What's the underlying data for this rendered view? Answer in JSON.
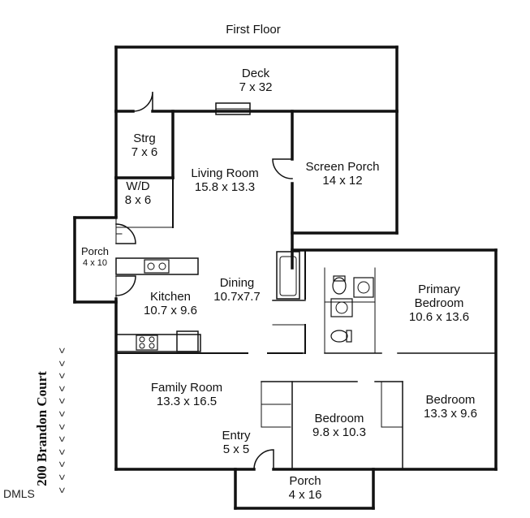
{
  "title": "First Floor",
  "street_label": "200 Brandon Court",
  "corner_mark": "DMLS",
  "chevron_glyph": "<",
  "rooms": [
    {
      "id": "deck",
      "name": "Deck",
      "dims": "7 x 32"
    },
    {
      "id": "strg",
      "name": "Strg",
      "dims": "7 x 6"
    },
    {
      "id": "living",
      "name": "Living Room",
      "dims": "15.8 x 13.3"
    },
    {
      "id": "screen-porch",
      "name": "Screen Porch",
      "dims": "14 x 12"
    },
    {
      "id": "wd",
      "name": "W/D",
      "dims": "8 x 6"
    },
    {
      "id": "porch-side",
      "name": "Porch",
      "dims": "4 x 10"
    },
    {
      "id": "dining",
      "name": "Dining",
      "dims": "10.7x7.7"
    },
    {
      "id": "kitchen",
      "name": "Kitchen",
      "dims": "10.7 x 9.6"
    },
    {
      "id": "primary",
      "name": "Primary Bedroom",
      "dims": "10.6 x 13.6"
    },
    {
      "id": "family",
      "name": "Family Room",
      "dims": "13.3 x 16.5"
    },
    {
      "id": "bedroom-mid",
      "name": "Bedroom",
      "dims": "9.8 x 10.3"
    },
    {
      "id": "bedroom-right",
      "name": "Bedroom",
      "dims": "13.3 x 9.6"
    },
    {
      "id": "entry",
      "name": "Entry",
      "dims": "5 x 5"
    },
    {
      "id": "porch-front",
      "name": "Porch",
      "dims": "4 x 16"
    }
  ]
}
